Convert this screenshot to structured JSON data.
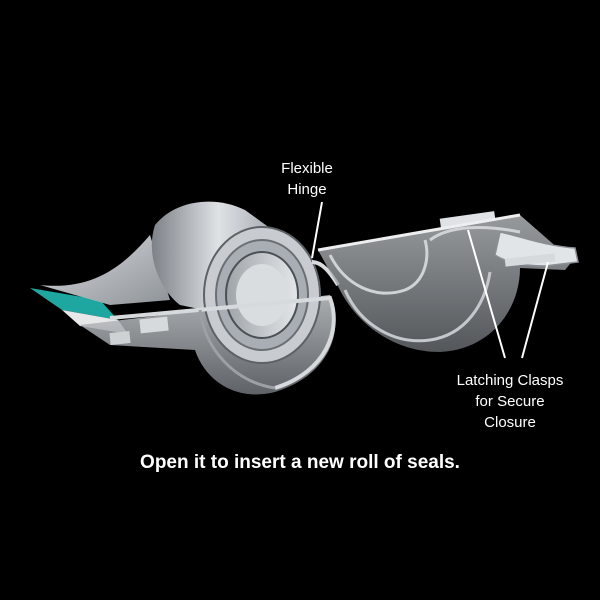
{
  "labels": {
    "hinge": [
      "Flexible",
      "Hinge"
    ],
    "clasps": [
      "Latching Clasps",
      "for Secure",
      "Closure"
    ]
  },
  "caption": "Open it to insert a new roll of seals.",
  "colors": {
    "background": "#000000",
    "text": "#ffffff",
    "seal_strip": "#1ea7a0",
    "shell": "#b9bec3"
  }
}
